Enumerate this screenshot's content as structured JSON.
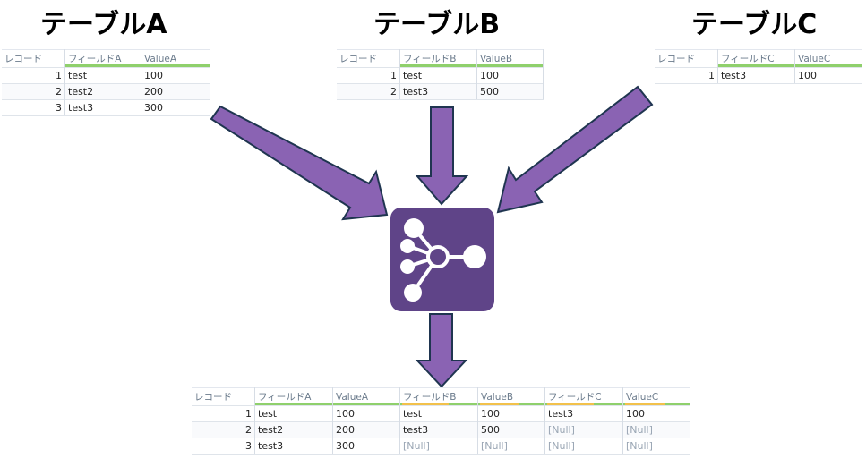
{
  "titles": {
    "a": "テーブルA",
    "b": "テーブルB",
    "c": "テーブルC"
  },
  "colors": {
    "arrow_fill": "#8a63b3",
    "arrow_stroke": "#1f3550",
    "tool_bg": "#5f4488",
    "tool_glyph": "#ffffff",
    "header_underline": "#8fd06c",
    "header_highlight": "#f2c14b",
    "null_text": "#9aa6b4"
  },
  "tool_icon": "join-multiple-icon",
  "table_a": {
    "headers": [
      "レコード",
      "フィールドA",
      "ValueA"
    ],
    "rows": [
      [
        "1",
        "test",
        "100"
      ],
      [
        "2",
        "test2",
        "200"
      ],
      [
        "3",
        "test3",
        "300"
      ]
    ]
  },
  "table_b": {
    "headers": [
      "レコード",
      "フィールドB",
      "ValueB"
    ],
    "rows": [
      [
        "1",
        "test",
        "100"
      ],
      [
        "2",
        "test3",
        "500"
      ]
    ]
  },
  "table_c": {
    "headers": [
      "レコード",
      "フィールドC",
      "ValueC"
    ],
    "rows": [
      [
        "1",
        "test3",
        "100"
      ]
    ]
  },
  "table_result": {
    "headers": [
      "レコード",
      "フィールドA",
      "ValueA",
      "フィールドB",
      "ValueB",
      "フィールドC",
      "ValueC"
    ],
    "rows": [
      [
        "1",
        "test",
        "100",
        "test",
        "100",
        "test3",
        "100"
      ],
      [
        "2",
        "test2",
        "200",
        "test3",
        "500",
        "[Null]",
        "[Null]"
      ],
      [
        "3",
        "test3",
        "300",
        "[Null]",
        "[Null]",
        "[Null]",
        "[Null]"
      ]
    ]
  }
}
